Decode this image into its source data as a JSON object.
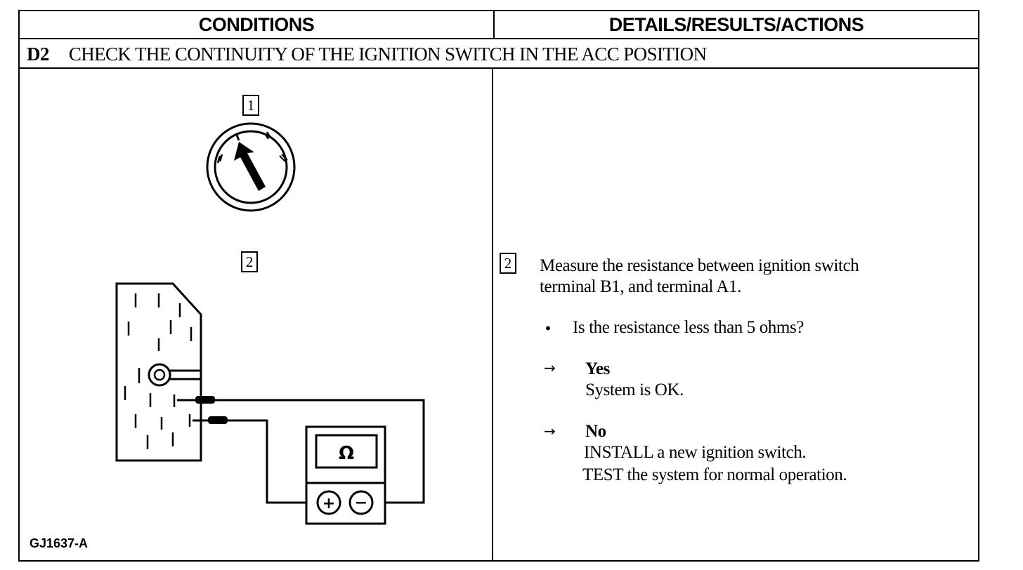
{
  "header": {
    "conditions_label": "CONDITIONS",
    "details_label": "DETAILS/RESULTS/ACTIONS"
  },
  "step": {
    "id": "D2",
    "title": "CHECK THE CONTINUITY OF THE IGNITION SWITCH IN THE ACC POSITION"
  },
  "figure": {
    "callout_1": "1",
    "callout_2": "2",
    "meter_symbol": "Ω",
    "plus_terminal": "+",
    "minus_terminal": "−",
    "figure_id": "GJ1637-A"
  },
  "details": {
    "callout": "2",
    "instruction_line1": "Measure the resistance between ignition switch",
    "instruction_line2": "terminal B1, and terminal A1.",
    "bullet_symbol": "•",
    "question": "Is the resistance less than 5 ohms?",
    "arrow_symbol": "→",
    "yes_label": "Yes",
    "yes_action": "System is OK.",
    "no_label": "No",
    "no_action_line1": "INSTALL a new ignition switch.",
    "no_action_line2": "TEST the system for normal operation."
  }
}
